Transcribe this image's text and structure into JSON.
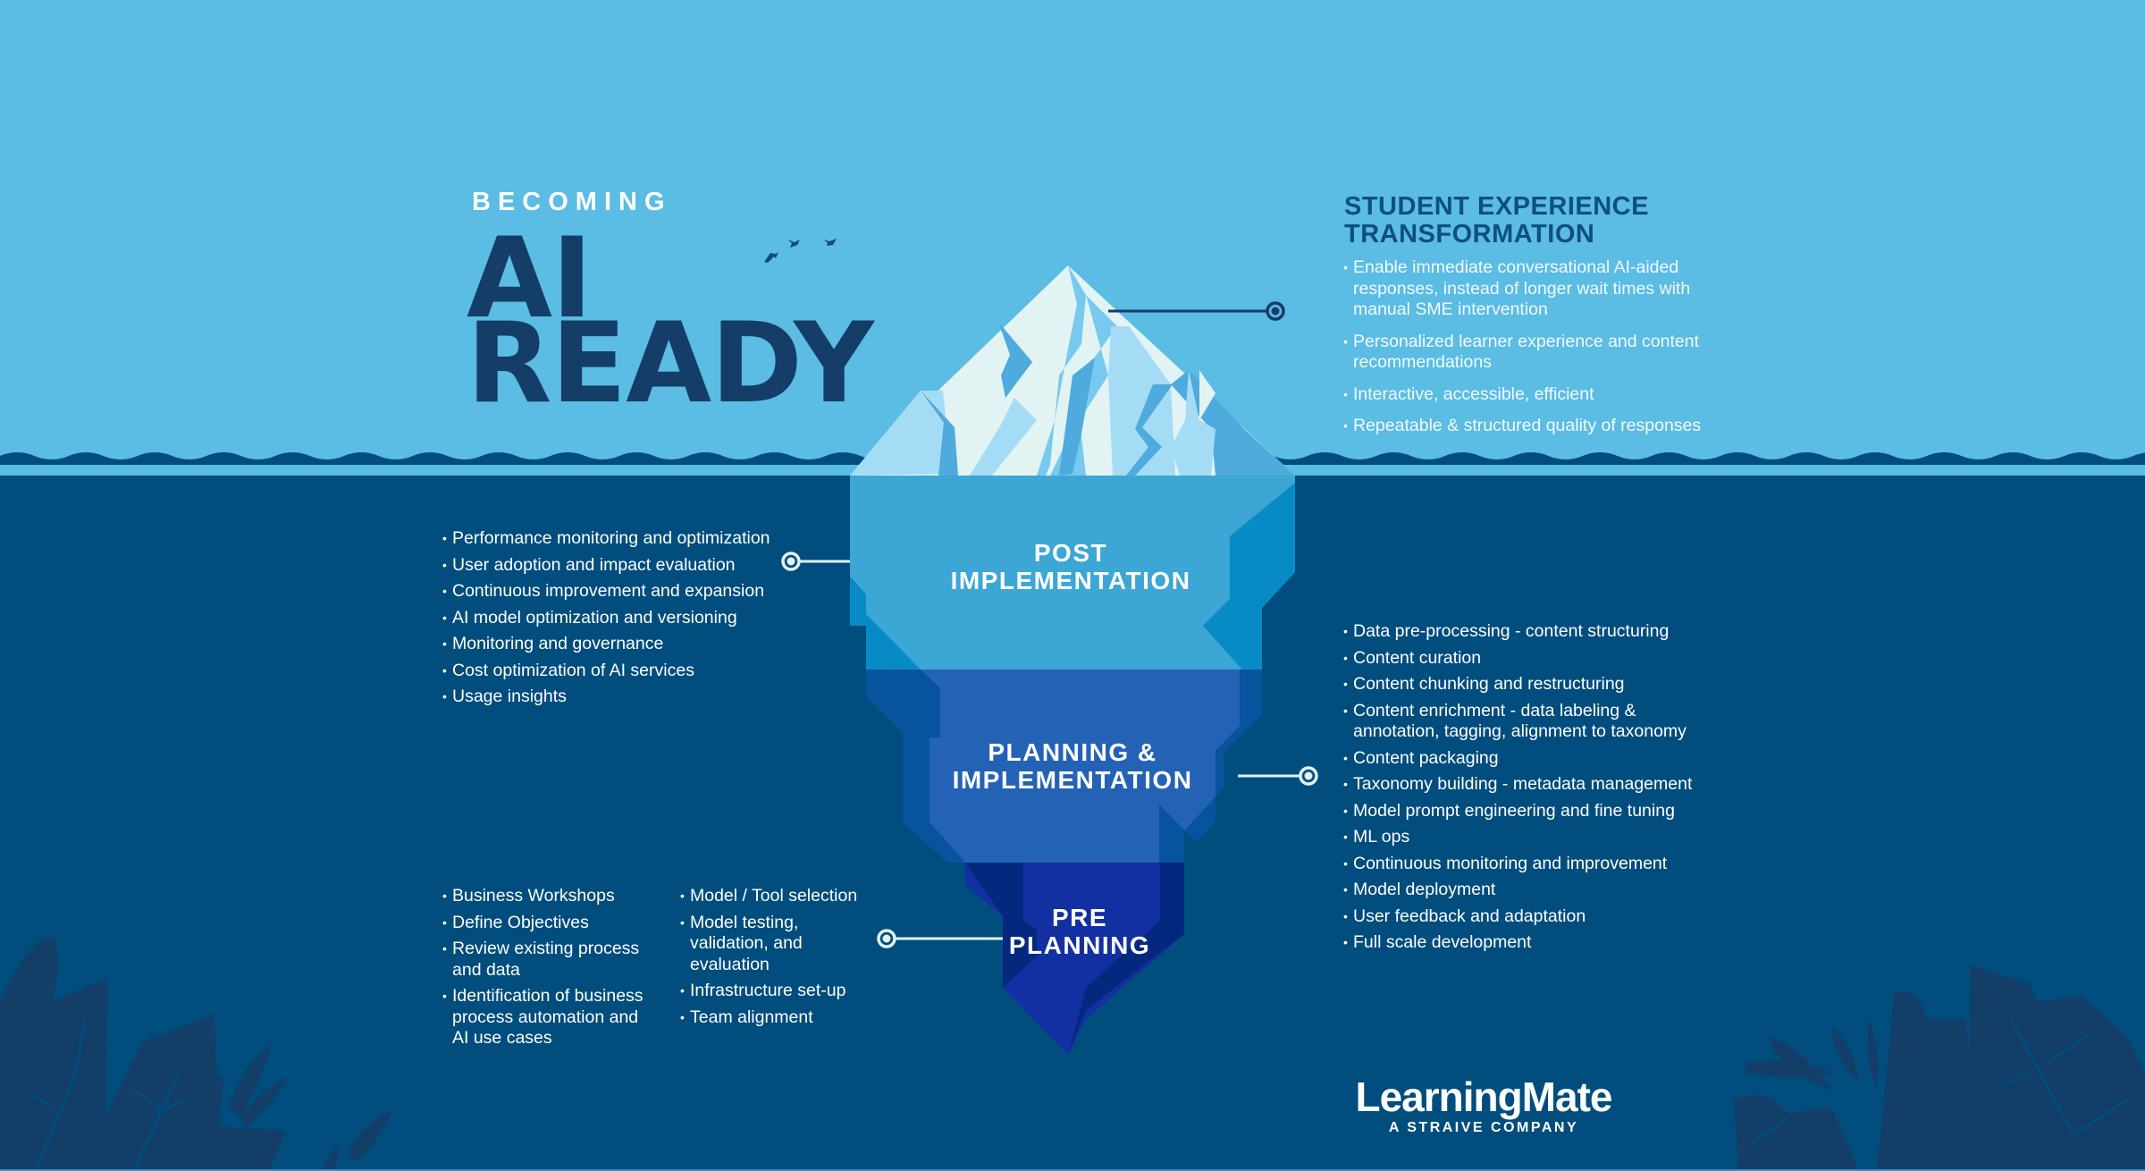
{
  "colors": {
    "sky": "#5bbce4",
    "deep_water": "#004d7e",
    "title_navy": "#143d68",
    "heading_blue": "#0e4f82",
    "post_zone": "#3ca6d5",
    "planning_zone": "#2462b6",
    "pre_zone": "#1330a2",
    "plants": "#133e68",
    "text_white": "#ffffff"
  },
  "header": {
    "kicker": "BECOMING",
    "title_line1": "AI",
    "title_line2": "READY"
  },
  "student_experience": {
    "title": "STUDENT EXPERIENCE TRANSFORMATION",
    "items": [
      "Enable immediate conversational AI-aided responses, instead of longer wait times with manual SME intervention",
      "Personalized learner experience and content recommendations",
      "Interactive, accessible, efficient",
      "Repeatable & structured quality of responses"
    ]
  },
  "stages": {
    "post": {
      "label_line1": "POST",
      "label_line2": "IMPLEMENTATION",
      "items": [
        "Performance monitoring and optimization",
        "User adoption and impact evaluation",
        "Continuous improvement and expansion",
        "AI model optimization and versioning",
        "Monitoring and governance",
        "Cost optimization of AI services",
        "Usage insights"
      ]
    },
    "planning": {
      "label_line1": "PLANNING &",
      "label_line2": "IMPLEMENTATION",
      "items": [
        "Data pre-processing - content structuring",
        "Content curation",
        "Content chunking and restructuring",
        "Content enrichment - data labeling & annotation, tagging, alignment to taxonomy",
        "Content packaging",
        "Taxonomy building - metadata management",
        "Model prompt engineering and fine tuning",
        "ML ops",
        "Continuous monitoring and improvement",
        "Model deployment",
        "User feedback and adaptation",
        "Full scale development"
      ]
    },
    "pre": {
      "label_line1": "PRE",
      "label_line2": "PLANNING",
      "items_col1": [
        "Business Workshops",
        "Define Objectives",
        "Review existing process and data",
        "Identification of business process automation and AI use cases"
      ],
      "items_col2": [
        "Model / Tool selection",
        "Model testing, validation, and evaluation",
        "Infrastructure set-up",
        "Team alignment"
      ]
    }
  },
  "logo": {
    "brand": "LearningMate",
    "tagline": "A STRAIVE COMPANY"
  }
}
